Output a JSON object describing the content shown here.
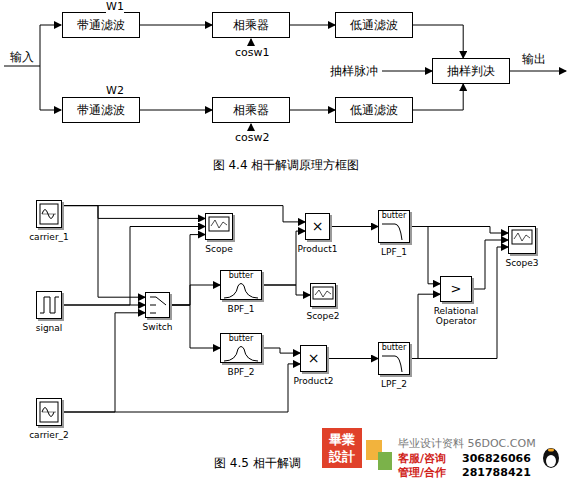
{
  "diagram": {
    "caption": "图 4.5 相干解调",
    "nodes": [
      {
        "text": [
          "带通滤波"
        ]
      },
      {
        "text": [
          "相乘器"
        ]
      },
      {
        "text": [
          "低通滤波"
        ]
      },
      {
        "text": [
          "抽样判决"
        ]
      },
      {
        "text": [
          "带通滤波"
        ]
      },
      {
        "text": [
          "相乘器"
        ]
      },
      {
        "text": [
          "低通滤波"
        ]
      },
      {
        "text": [
          "carrier_1"
        ]
      },
      {
        "text": [
          "Scope"
        ]
      },
      {
        "text": [
          "×",
          "Product1"
        ]
      },
      {
        "text": [
          "butter",
          "LPF_1"
        ]
      },
      {
        "text": [
          "Scope3"
        ]
      },
      {
        "text": [
          "signal"
        ]
      },
      {
        "text": [
          "Switch"
        ]
      },
      {
        "text": [
          "butter",
          "BPF_1"
        ]
      },
      {
        "text": [
          "Scope2"
        ]
      },
      {
        "text": [
          ">",
          "Relational Operator"
        ]
      },
      {
        "text": [
          "butter",
          "BPF_2"
        ]
      },
      {
        "text": [
          "×",
          "Product2"
        ]
      },
      {
        "text": [
          "butter",
          "LPF_2"
        ]
      },
      {
        "text": [
          "carrier_2"
        ]
      }
    ],
    "edges": [
      {
        "from": 0,
        "to": 1,
        "arrow": "to"
      },
      {
        "from": 1,
        "to": 2,
        "arrow": "to"
      },
      {
        "from": 2,
        "to": 3,
        "arrow": "to"
      },
      {
        "from": 4,
        "to": 5,
        "arrow": "to"
      },
      {
        "from": 5,
        "to": 6,
        "arrow": "to"
      },
      {
        "from": 6,
        "to": 3,
        "arrow": "to"
      },
      {
        "from": 7,
        "to": 8,
        "arrow": "to"
      },
      {
        "from": 7,
        "to": 9,
        "arrow": "to"
      },
      {
        "from": 7,
        "to": 13,
        "arrow": "to"
      },
      {
        "from": 12,
        "to": 13,
        "arrow": "to"
      },
      {
        "from": 12,
        "to": 8,
        "arrow": "to"
      },
      {
        "from": 20,
        "to": 13,
        "arrow": "to"
      },
      {
        "from": 20,
        "to": 18,
        "arrow": "to"
      },
      {
        "from": 13,
        "to": 8,
        "arrow": "to"
      },
      {
        "from": 13,
        "to": 14,
        "arrow": "to"
      },
      {
        "from": 13,
        "to": 17,
        "arrow": "to"
      },
      {
        "from": 14,
        "to": 9,
        "arrow": "to"
      },
      {
        "from": 14,
        "to": 15,
        "arrow": "to"
      },
      {
        "from": 17,
        "to": 18,
        "arrow": "to"
      },
      {
        "from": 9,
        "to": 10,
        "arrow": "to"
      },
      {
        "from": 18,
        "to": 19,
        "arrow": "to"
      },
      {
        "from": 10,
        "to": 11,
        "arrow": "to"
      },
      {
        "from": 10,
        "to": 16,
        "arrow": "to"
      },
      {
        "from": 19,
        "to": 16,
        "arrow": "to"
      },
      {
        "from": 19,
        "to": 11,
        "arrow": "to"
      },
      {
        "from": 16,
        "to": 11,
        "arrow": "to"
      }
    ],
    "labels": [
      "W1",
      "cosw1",
      "输入",
      "抽样脉冲",
      "输出",
      "W2",
      "cosw2",
      "图 4.4  相干解调原理方框图",
      "畢業",
      "設計",
      "毕业设计资料 56DOC.COM",
      "客服/咨询",
      "306826066",
      "管理/合作",
      "281788421"
    ]
  }
}
